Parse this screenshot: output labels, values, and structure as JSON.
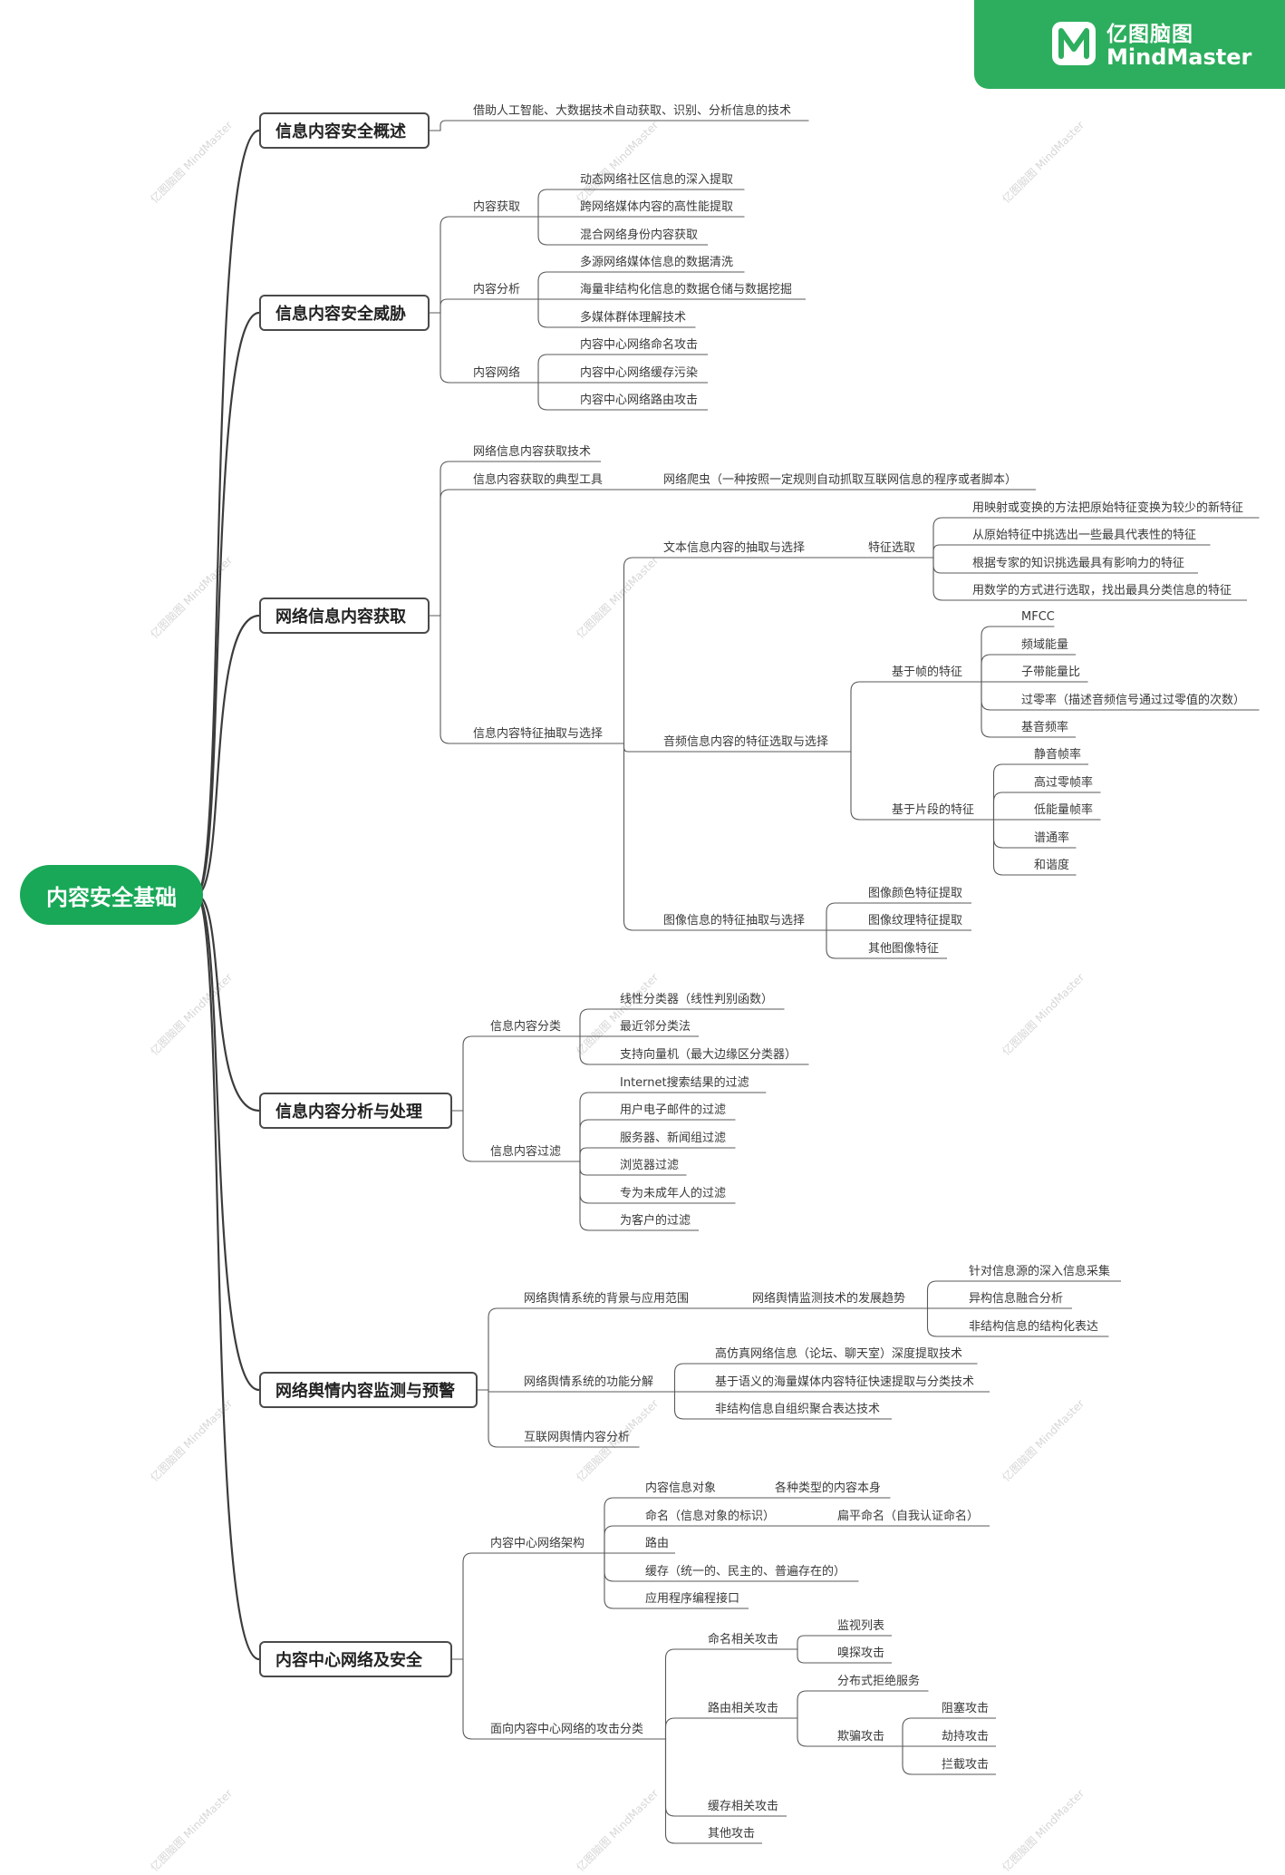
{
  "brand": {
    "name_cn": "亿图脑图",
    "name_en": "MindMaster",
    "color": "#2dae5e"
  },
  "watermark": {
    "name_cn": "亿图脑图",
    "name_en": "MindMaster"
  },
  "root": {
    "label": "内容安全基础",
    "color": "#18a857"
  },
  "branches": [
    {
      "label": "信息内容安全概述",
      "children": [
        {
          "label": "借助人工智能、大数据技术自动获取、识别、分析信息的技术"
        }
      ]
    },
    {
      "label": "信息内容安全威胁",
      "children": [
        {
          "label": "内容获取",
          "children": [
            {
              "label": "动态网络社区信息的深入提取"
            },
            {
              "label": "跨网络媒体内容的高性能提取"
            },
            {
              "label": "混合网络身份内容获取"
            }
          ]
        },
        {
          "label": "内容分析",
          "children": [
            {
              "label": "多源网络媒体信息的数据清洗"
            },
            {
              "label": "海量非结构化信息的数据仓储与数据挖掘"
            },
            {
              "label": "多媒体群体理解技术"
            }
          ]
        },
        {
          "label": "内容网络",
          "children": [
            {
              "label": "内容中心网络命名攻击"
            },
            {
              "label": "内容中心网络缓存污染"
            },
            {
              "label": "内容中心网络路由攻击"
            }
          ]
        }
      ]
    },
    {
      "label": "网络信息内容获取",
      "children": [
        {
          "label": "网络信息内容获取技术"
        },
        {
          "label": "信息内容获取的典型工具",
          "children": [
            {
              "label": "网络爬虫（一种按照一定规则自动抓取互联网信息的程序或者脚本）"
            }
          ]
        },
        {
          "label": "信息内容特征抽取与选择",
          "children": [
            {
              "label": "文本信息内容的抽取与选择",
              "children": [
                {
                  "label": "特征选取",
                  "children": [
                    {
                      "label": "用映射或变换的方法把原始特征变换为较少的新特征"
                    },
                    {
                      "label": "从原始特征中挑选出一些最具代表性的特征"
                    },
                    {
                      "label": "根据专家的知识挑选最具有影响力的特征"
                    },
                    {
                      "label": "用数学的方式进行选取，找出最具分类信息的特征"
                    }
                  ]
                }
              ]
            },
            {
              "label": "音频信息内容的特征选取与选择",
              "children": [
                {
                  "label": "基于帧的特征",
                  "children": [
                    {
                      "label": "MFCC"
                    },
                    {
                      "label": "频域能量"
                    },
                    {
                      "label": "子带能量比"
                    },
                    {
                      "label": "过零率（描述音频信号通过过零值的次数）"
                    },
                    {
                      "label": "基音频率"
                    }
                  ]
                },
                {
                  "label": "基于片段的特征",
                  "children": [
                    {
                      "label": "静音帧率"
                    },
                    {
                      "label": "高过零帧率"
                    },
                    {
                      "label": "低能量帧率"
                    },
                    {
                      "label": "谱通率"
                    },
                    {
                      "label": "和谐度"
                    }
                  ]
                }
              ]
            },
            {
              "label": "图像信息的特征抽取与选择",
              "children": [
                {
                  "label": "图像颜色特征提取"
                },
                {
                  "label": "图像纹理特征提取"
                },
                {
                  "label": "其他图像特征"
                }
              ]
            }
          ]
        }
      ]
    },
    {
      "label": "信息内容分析与处理",
      "children": [
        {
          "label": "信息内容分类",
          "children": [
            {
              "label": "线性分类器（线性判别函数）"
            },
            {
              "label": "最近邻分类法"
            },
            {
              "label": "支持向量机（最大边缘区分类器）"
            }
          ]
        },
        {
          "label": "信息内容过滤",
          "children": [
            {
              "label": "Internet搜索结果的过滤"
            },
            {
              "label": "用户电子邮件的过滤"
            },
            {
              "label": "服务器、新闻组过滤"
            },
            {
              "label": "浏览器过滤"
            },
            {
              "label": "专为未成年人的过滤"
            },
            {
              "label": "为客户的过滤"
            }
          ]
        }
      ]
    },
    {
      "label": "网络舆情内容监测与预警",
      "children": [
        {
          "label": "网络舆情系统的背景与应用范围",
          "children": [
            {
              "label": "网络舆情监测技术的发展趋势",
              "children": [
                {
                  "label": "针对信息源的深入信息采集"
                },
                {
                  "label": "异构信息融合分析"
                },
                {
                  "label": "非结构信息的结构化表达"
                }
              ]
            }
          ]
        },
        {
          "label": "网络舆情系统的功能分解",
          "children": [
            {
              "label": "高仿真网络信息（论坛、聊天室）深度提取技术"
            },
            {
              "label": "基于语义的海量媒体内容特征快速提取与分类技术"
            },
            {
              "label": "非结构信息自组织聚合表达技术"
            }
          ]
        },
        {
          "label": "互联网舆情内容分析"
        }
      ]
    },
    {
      "label": "内容中心网络及安全",
      "children": [
        {
          "label": "内容中心网络架构",
          "children": [
            {
              "label": "内容信息对象",
              "children": [
                {
                  "label": "各种类型的内容本身"
                }
              ]
            },
            {
              "label": "命名（信息对象的标识）",
              "children": [
                {
                  "label": "扁平命名（自我认证命名）"
                }
              ]
            },
            {
              "label": "路由"
            },
            {
              "label": "缓存（统一的、民主的、普遍存在的）"
            },
            {
              "label": "应用程序编程接口"
            }
          ]
        },
        {
          "label": "面向内容中心网络的攻击分类",
          "children": [
            {
              "label": "命名相关攻击",
              "children": [
                {
                  "label": "监视列表"
                },
                {
                  "label": "嗅探攻击"
                }
              ]
            },
            {
              "label": "路由相关攻击",
              "children": [
                {
                  "label": "分布式拒绝服务"
                },
                {
                  "label": "欺骗攻击",
                  "children": [
                    {
                      "label": "阻塞攻击"
                    },
                    {
                      "label": "劫持攻击"
                    },
                    {
                      "label": "拦截攻击"
                    }
                  ]
                }
              ]
            },
            {
              "label": "缓存相关攻击"
            },
            {
              "label": "其他攻击"
            }
          ]
        }
      ]
    }
  ]
}
